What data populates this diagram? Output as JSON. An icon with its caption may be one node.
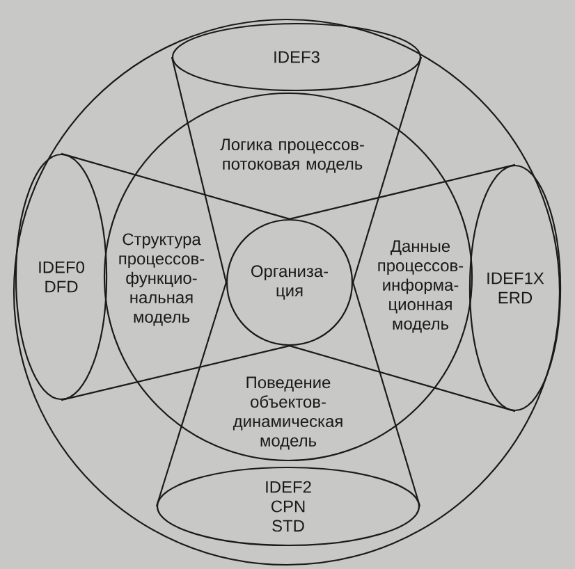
{
  "diagram": {
    "nodes": [
      {
        "text": [],
        "shape": "circle"
      },
      {
        "text": [
          "Логика процессов- потоковая модель",
          "Структура процессов- функцио- нальная модель",
          "Данные процессов- информа- ционная модель",
          "Поведение объектов- динамическая модель"
        ],
        "in": 0
      },
      {
        "text": [
          "IDEF3"
        ],
        "in": 0
      },
      {
        "text": [
          "IDEF0 DFD"
        ],
        "in": 0
      },
      {
        "text": [
          "Организа- ция"
        ],
        "in": 1
      },
      {
        "text": [
          "IDEF1X ERD"
        ],
        "in": 0
      },
      {
        "text": [
          "IDEF2 CPN STD"
        ],
        "in": 0
      }
    ],
    "edges": [
      {
        "from": 2,
        "to": 4,
        "arrow": "none"
      },
      {
        "from": 2,
        "to": 4,
        "arrow": "none"
      },
      {
        "from": 3,
        "to": 4,
        "arrow": "none"
      },
      {
        "from": 3,
        "to": 4,
        "arrow": "none"
      },
      {
        "from": 5,
        "to": 4,
        "arrow": "none"
      },
      {
        "from": 5,
        "to": 4,
        "arrow": "none"
      },
      {
        "from": 6,
        "to": 4,
        "arrow": "none"
      },
      {
        "from": 6,
        "to": 4,
        "arrow": "none"
      }
    ]
  }
}
